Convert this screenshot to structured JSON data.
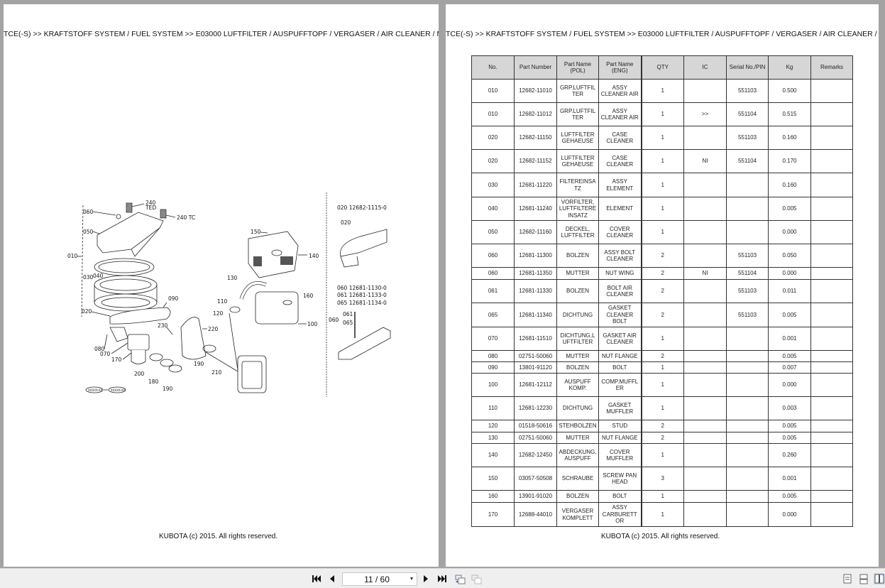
{
  "breadcrumb": "TCE(-S) >> KRAFTSTOFF SYSTEM / FUEL SYSTEM >> E03000   LUFTFILTER / AUSPUFFTOPF / VERGASER / AIR CLEANER / MU",
  "footer": "KUBOTA (c) 2015. All rights reserved.",
  "table": {
    "headers": {
      "no": "No.",
      "part_number": "Part Number",
      "name_pol": "Part Name (POL)",
      "name_eng": "Part Name (ENG)",
      "qty": "QTY",
      "ic": "IC",
      "serial": "Serial No./PIN",
      "kg": "Kg",
      "remarks": "Remarks"
    },
    "rows": [
      {
        "no": "010",
        "pn": "12682-11010",
        "pol": "GRP.LUFTFIL TER",
        "eng": "ASSY CLEANER AIR",
        "qty": "1",
        "ic": "",
        "serial": "551103",
        "kg": "0.500",
        "rem": "",
        "h": 33
      },
      {
        "no": "010",
        "pn": "12682-11012",
        "pol": "GRP.LUFTFIL TER",
        "eng": "ASSY CLEANER AIR",
        "qty": "1",
        "ic": ">>",
        "serial": "551104",
        "kg": "0.515",
        "rem": "",
        "h": 33
      },
      {
        "no": "020",
        "pn": "12682-11150",
        "pol": "LUFTFILTER GEHAEUSE",
        "eng": "CASE CLEANER",
        "qty": "1",
        "ic": "",
        "serial": "551103",
        "kg": "0.160",
        "rem": "",
        "h": 33
      },
      {
        "no": "020",
        "pn": "12682-11152",
        "pol": "LUFTFILTER GEHAEUSE",
        "eng": "CASE CLEANER",
        "qty": "1",
        "ic": "NI",
        "serial": "551104",
        "kg": "0.170",
        "rem": "",
        "h": 33
      },
      {
        "no": "030",
        "pn": "12681-11220",
        "pol": "FILTEREINSA TZ",
        "eng": "ASSY ELEMENT",
        "qty": "1",
        "ic": "",
        "serial": "",
        "kg": "0.160",
        "rem": "",
        "h": 34
      },
      {
        "no": "040",
        "pn": "12681-11240",
        "pol": "VORFILTER, LUFTFILTERE INSATZ",
        "eng": "ELEMENT",
        "qty": "1",
        "ic": "",
        "serial": "",
        "kg": "0.005",
        "rem": "",
        "h": 33
      },
      {
        "no": "050",
        "pn": "12682-11160",
        "pol": "DECKEL, LUFTFILTER",
        "eng": "COVER CLEANER",
        "qty": "1",
        "ic": "",
        "serial": "",
        "kg": "0.000",
        "rem": "",
        "h": 33
      },
      {
        "no": "060",
        "pn": "12681-11300",
        "pol": "BOLZEN",
        "eng": "ASSY BOLT CLEANER",
        "qty": "2",
        "ic": "",
        "serial": "551103",
        "kg": "0.050",
        "rem": "",
        "h": 33
      },
      {
        "no": "060",
        "pn": "12681-11350",
        "pol": "MUTTER",
        "eng": "NUT WING",
        "qty": "2",
        "ic": "NI",
        "serial": "551104",
        "kg": "0.000",
        "rem": "",
        "h": 17
      },
      {
        "no": "061",
        "pn": "12681-11330",
        "pol": "BOLZEN",
        "eng": "BOLT AIR CLEANER",
        "qty": "2",
        "ic": "",
        "serial": "551103",
        "kg": "0.011",
        "rem": "",
        "h": 33
      },
      {
        "no": "065",
        "pn": "12681-11340",
        "pol": "DICHTUNG",
        "eng": "GASKET CLEANER BOLT",
        "qty": "2",
        "ic": "",
        "serial": "551103",
        "kg": "0.005",
        "rem": "",
        "h": 34
      },
      {
        "no": "070",
        "pn": "12681-11510",
        "pol": "DICHTUNG,L UFTFILTER",
        "eng": "GASKET AIR CLEANER",
        "qty": "1",
        "ic": "",
        "serial": "",
        "kg": "0.001",
        "rem": "",
        "h": 33
      },
      {
        "no": "080",
        "pn": "02751-50060",
        "pol": "MUTTER",
        "eng": "NUT FLANGE",
        "qty": "2",
        "ic": "",
        "serial": "",
        "kg": "0.005",
        "rem": "",
        "h": 16
      },
      {
        "no": "090",
        "pn": "13801-91120",
        "pol": "BOLZEN",
        "eng": "BOLT",
        "qty": "1",
        "ic": "",
        "serial": "",
        "kg": "0.007",
        "rem": "",
        "h": 16
      },
      {
        "no": "100",
        "pn": "12681-12112",
        "pol": "AUSPUFF KOMP.",
        "eng": "COMP.MUFFL ER",
        "qty": "1",
        "ic": "",
        "serial": "",
        "kg": "0.000",
        "rem": "",
        "h": 33
      },
      {
        "no": "110",
        "pn": "12681-12230",
        "pol": "DICHTUNG",
        "eng": "GASKET MUFFLER",
        "qty": "1",
        "ic": "",
        "serial": "",
        "kg": "0.003",
        "rem": "",
        "h": 33
      },
      {
        "no": "120",
        "pn": "01518-50616",
        "pol": "STEHBOLZEN",
        "eng": "STUD",
        "qty": "2",
        "ic": "",
        "serial": "",
        "kg": "0.005",
        "rem": "",
        "h": 17
      },
      {
        "no": "130",
        "pn": "02751-50060",
        "pol": "MUTTER",
        "eng": "NUT FLANGE",
        "qty": "2",
        "ic": "",
        "serial": "",
        "kg": "0.005",
        "rem": "",
        "h": 16
      },
      {
        "no": "140",
        "pn": "12682-12450",
        "pol": "ABDECKUNG, AUSPUFF",
        "eng": "COVER MUFFLER",
        "qty": "1",
        "ic": "",
        "serial": "",
        "kg": "0.260",
        "rem": "",
        "h": 33
      },
      {
        "no": "150",
        "pn": "03057-50508",
        "pol": "SCHRAUBE",
        "eng": "SCREW PAN HEAD",
        "qty": "3",
        "ic": "",
        "serial": "",
        "kg": "0.001",
        "rem": "",
        "h": 33
      },
      {
        "no": "160",
        "pn": "13901-91020",
        "pol": "BOLZEN",
        "eng": "BOLT",
        "qty": "1",
        "ic": "",
        "serial": "",
        "kg": "0.005",
        "rem": "",
        "h": 17
      },
      {
        "no": "170",
        "pn": "12688-44010",
        "pol": "VERGASER KOMPLETT",
        "eng": "ASSY CARBURETT OR",
        "qty": "1",
        "ic": "",
        "serial": "",
        "kg": "0.000",
        "rem": "",
        "h": 34
      }
    ]
  },
  "diagram": {
    "callouts": [
      "010",
      "020",
      "030",
      "040",
      "050",
      "060",
      "070",
      "080",
      "090",
      "100",
      "110",
      "120",
      "130",
      "140",
      "150",
      "160",
      "170",
      "180",
      "190",
      "200",
      "210",
      "220",
      "230",
      "240 TC",
      "240 TED"
    ],
    "inset_top": {
      "label": "020 12682-1115-0",
      "callout": "020"
    },
    "inset_bottom": {
      "labels": [
        "060 12681-1130-0",
        "061 12681-1133-0",
        "065 12681-1134-0"
      ],
      "callouts": [
        "060",
        "061",
        "065"
      ]
    },
    "legend_left": "XXXXX-XX",
    "legend_right": "XXXXX-XX"
  },
  "toolbar": {
    "first_page": "first-page",
    "prev_page": "previous-page",
    "page_indicator": "11 / 60",
    "next_page": "next-page",
    "last_page": "last-page",
    "active_view": "two-page"
  }
}
